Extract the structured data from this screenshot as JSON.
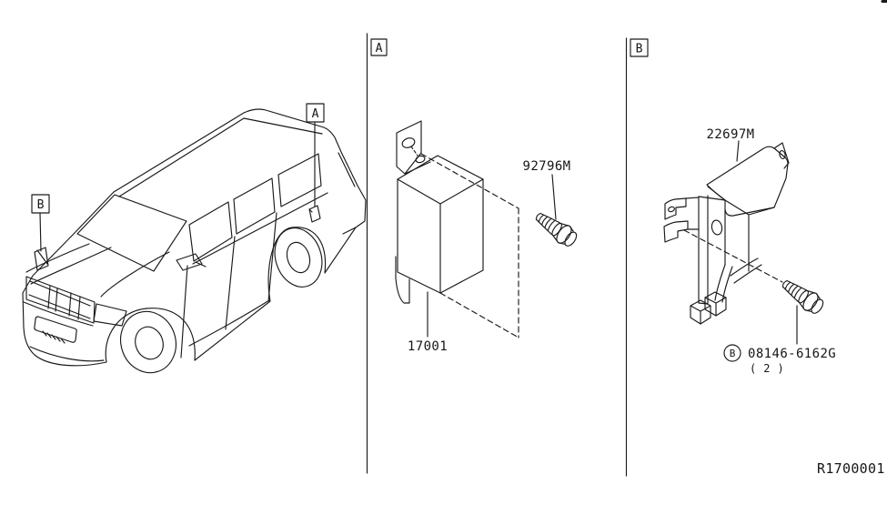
{
  "figure": {
    "ref_code": "R1700001"
  },
  "vehicle": {
    "callout_a": "A",
    "callout_b": "B"
  },
  "section_a": {
    "label": "A",
    "bolt_part": "92796M",
    "module_part": "17001"
  },
  "section_b": {
    "label": "B",
    "module_part": "22697M",
    "bolt_prefix": "B",
    "bolt_part": "08146-6162G",
    "bolt_qty": "( 2 )"
  }
}
